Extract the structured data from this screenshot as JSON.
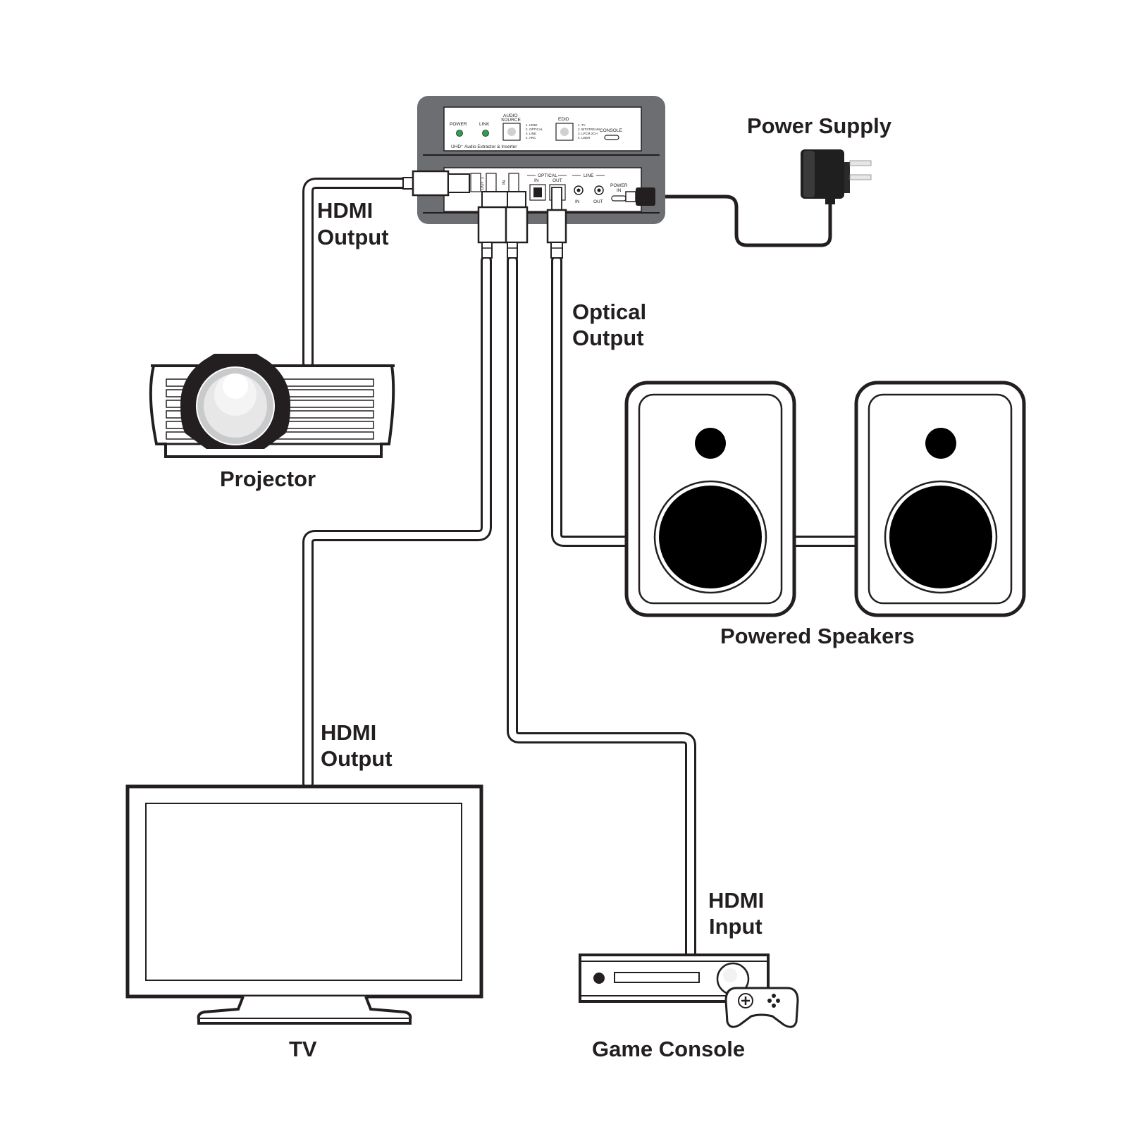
{
  "labels": {
    "power_supply": "Power Supply",
    "hdmi_output_projector_1": "HDMI",
    "hdmi_output_projector_2": "Output",
    "optical_output_1": "Optical",
    "optical_output_2": "Output",
    "projector": "Projector",
    "powered_speakers": "Powered Speakers",
    "hdmi_output_tv_1": "HDMI",
    "hdmi_output_tv_2": "Output",
    "hdmi_input_1": "HDMI",
    "hdmi_input_2": "Input",
    "tv": "TV",
    "game_console": "Game Console"
  },
  "device": {
    "front": {
      "power": "POWER",
      "link": "LINK",
      "audio_source_1": "AUDIO",
      "audio_source_2": "SOURCE",
      "audio_opts": [
        "1. HDMI",
        "2. OPTICAL",
        "3. LINE",
        "4. ARC"
      ],
      "edid": "EDID",
      "edid_opts": [
        "1. TV",
        "2. BITSTREAM",
        "3. LPCM 2CH",
        "4. USER"
      ],
      "console": "CONSOLE",
      "model": "UHD⁺ Audio Extractor & Inserter"
    },
    "rear": {
      "out1": "OUT 1",
      "in": "IN",
      "optical": "OPTICAL",
      "optical_in": "IN",
      "optical_out": "OUT",
      "line": "LINE",
      "line_in": "IN",
      "line_out": "OUT",
      "power_in_1": "POWER",
      "power_in_2": "IN"
    }
  },
  "colors": {
    "outline": "#231f20",
    "device_body": "#6d6e71",
    "led": "#2e9e4f"
  }
}
